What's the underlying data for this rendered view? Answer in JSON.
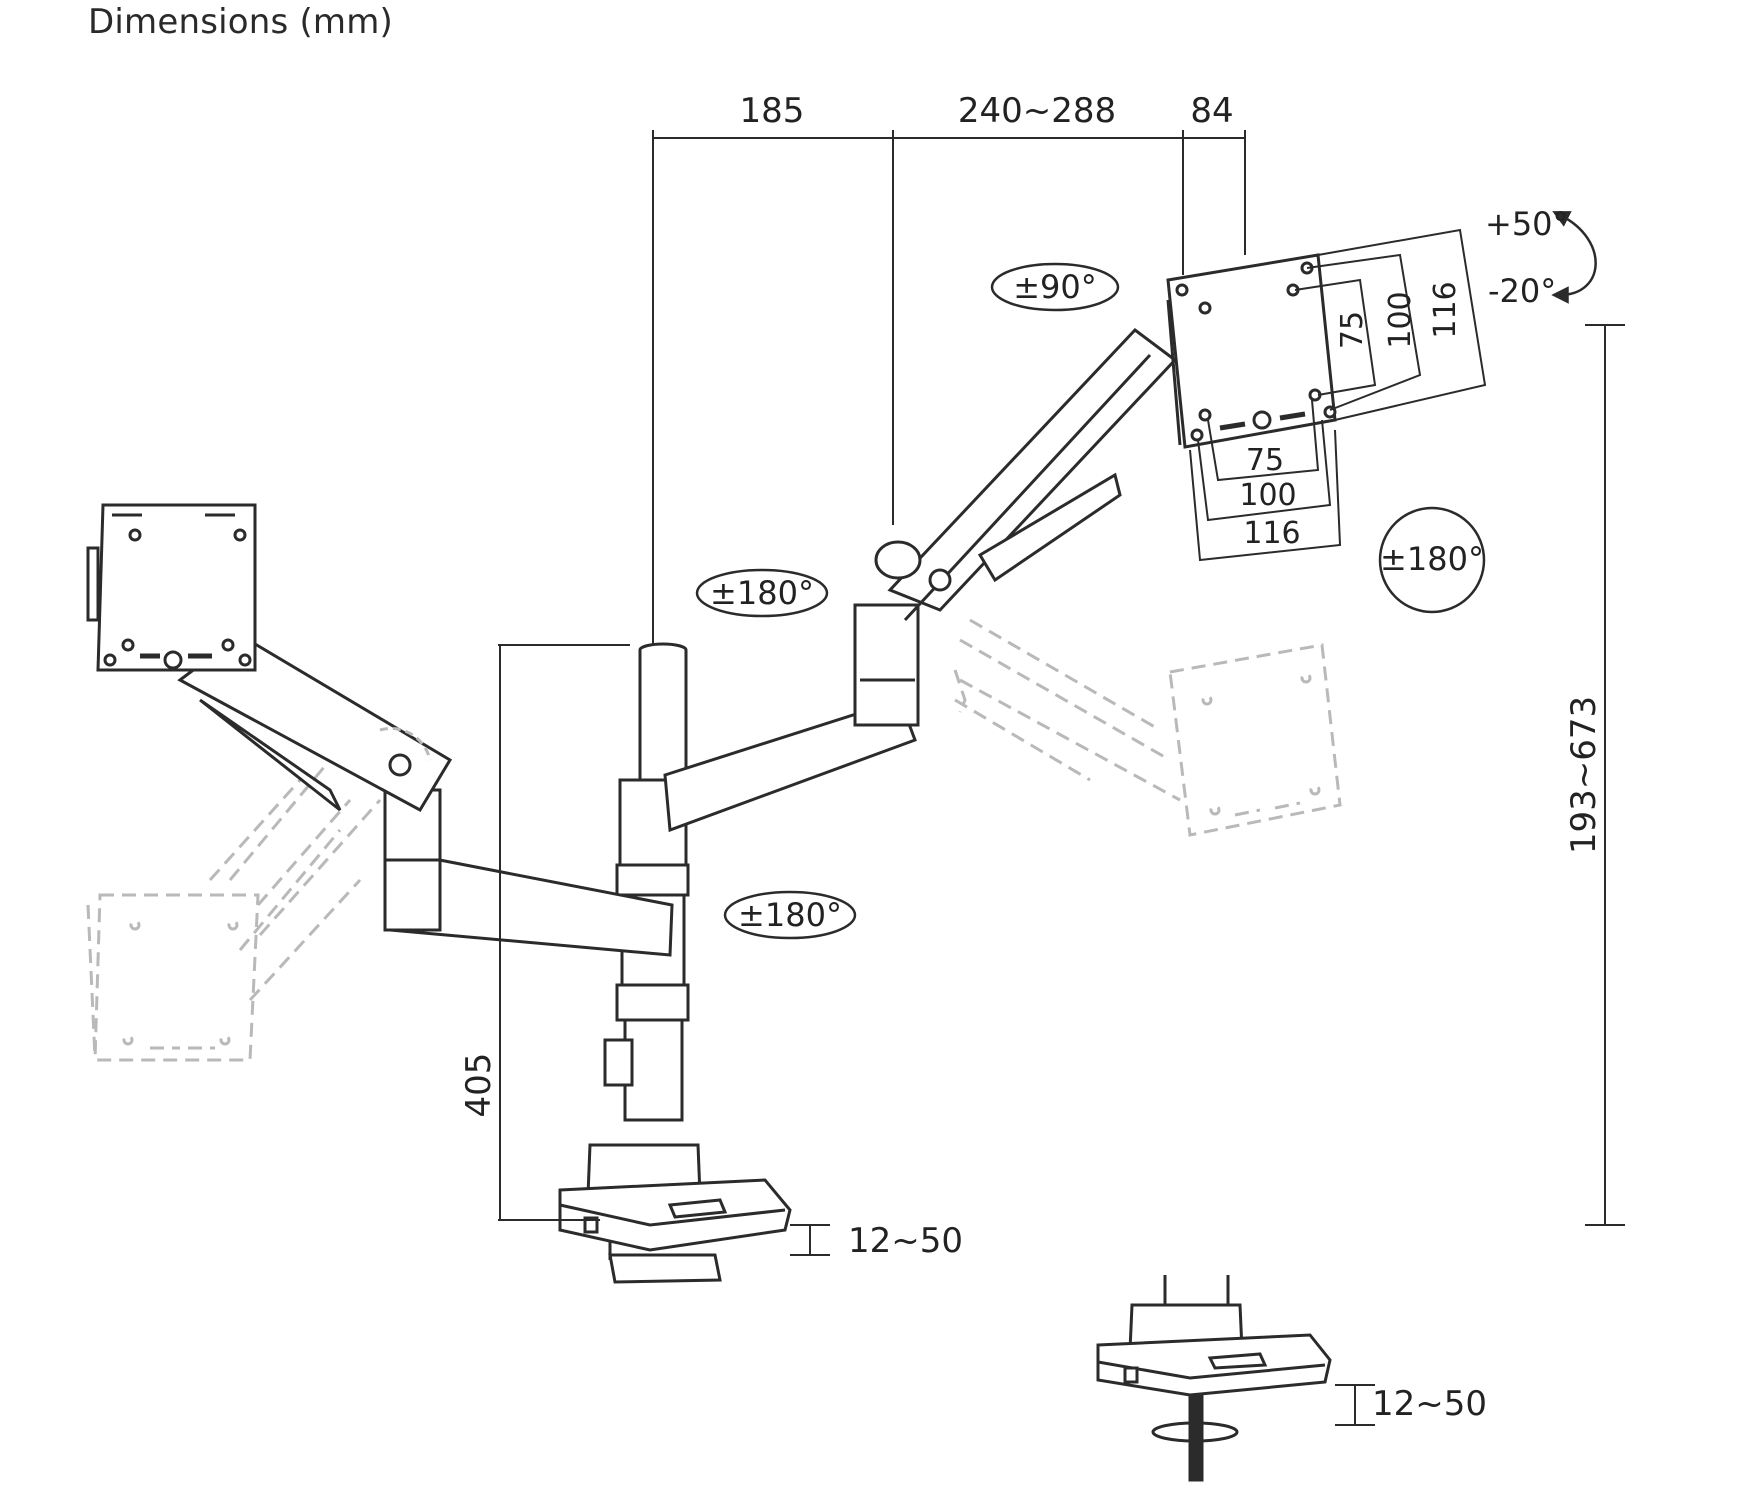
{
  "title": "Dimensions (mm)",
  "dimensions": {
    "pole_to_joint": "185",
    "arm_extension": "240~288",
    "head_depth": "84",
    "clamp_height": "405",
    "height_range": "193~673",
    "desk_thickness_clamp": "12~50",
    "desk_thickness_grommet": "12~50"
  },
  "vesa": {
    "horizontal": [
      "75",
      "100",
      "116"
    ],
    "vertical": [
      "75",
      "100",
      "116"
    ]
  },
  "rotations": {
    "rotate_screen": "±90°",
    "tilt_up": "+50°",
    "tilt_down": "-20°",
    "swivel_head": "±180°",
    "swivel_upper_joint": "±180°",
    "swivel_base_arm": "±180°"
  },
  "colors": {
    "line": "#2b2b2b",
    "ghost": "#b9b9b9",
    "fill": "#ffffff"
  }
}
